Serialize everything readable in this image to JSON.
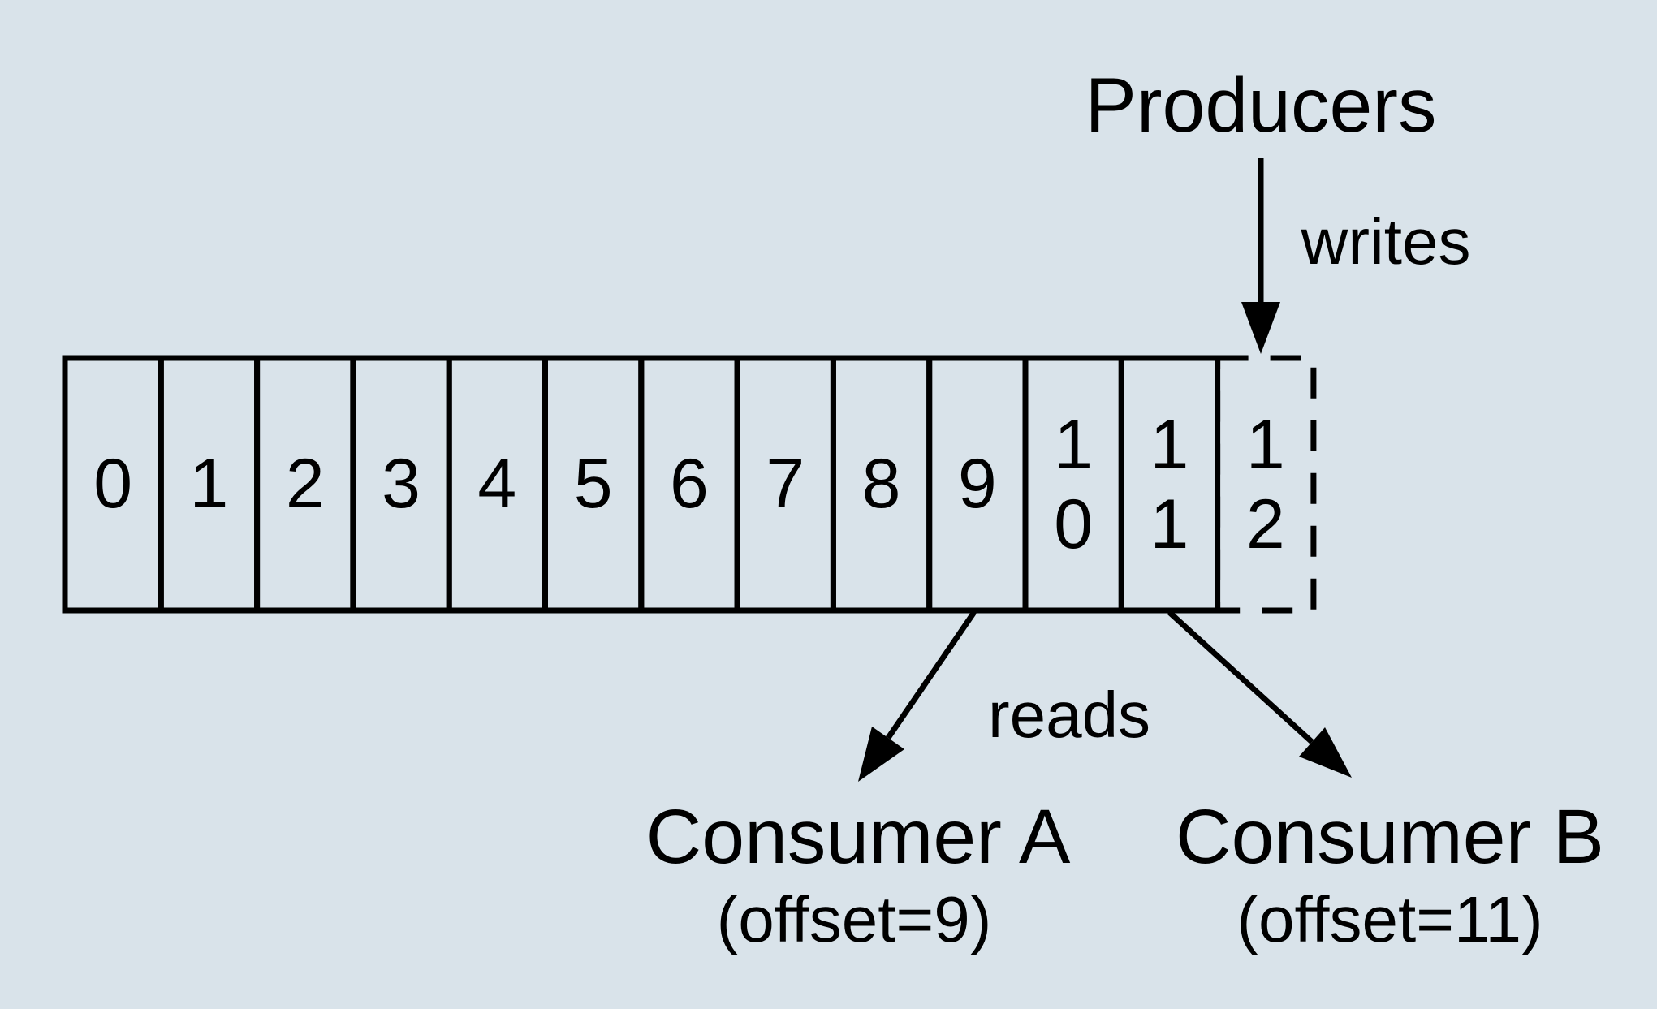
{
  "colors": {
    "background": "#d9e3ea",
    "ink": "#000000"
  },
  "producers": {
    "label": "Producers",
    "action_label": "writes"
  },
  "log": {
    "cells": [
      {
        "value": "0",
        "lines": [
          "0"
        ]
      },
      {
        "value": "1",
        "lines": [
          "1"
        ]
      },
      {
        "value": "2",
        "lines": [
          "2"
        ]
      },
      {
        "value": "3",
        "lines": [
          "3"
        ]
      },
      {
        "value": "4",
        "lines": [
          "4"
        ]
      },
      {
        "value": "5",
        "lines": [
          "5"
        ]
      },
      {
        "value": "6",
        "lines": [
          "6"
        ]
      },
      {
        "value": "7",
        "lines": [
          "7"
        ]
      },
      {
        "value": "8",
        "lines": [
          "8"
        ]
      },
      {
        "value": "9",
        "lines": [
          "9"
        ]
      },
      {
        "value": "10",
        "lines": [
          "1",
          "0"
        ]
      },
      {
        "value": "11",
        "lines": [
          "1",
          "1"
        ]
      }
    ],
    "next_slot": {
      "value": "12",
      "lines": [
        "1",
        "2"
      ]
    }
  },
  "consumers": {
    "reads_label": "reads",
    "items": [
      {
        "name": "Consumer A",
        "offset": "(offset=9)"
      },
      {
        "name": "Consumer B",
        "offset": "(offset=11)"
      }
    ]
  }
}
